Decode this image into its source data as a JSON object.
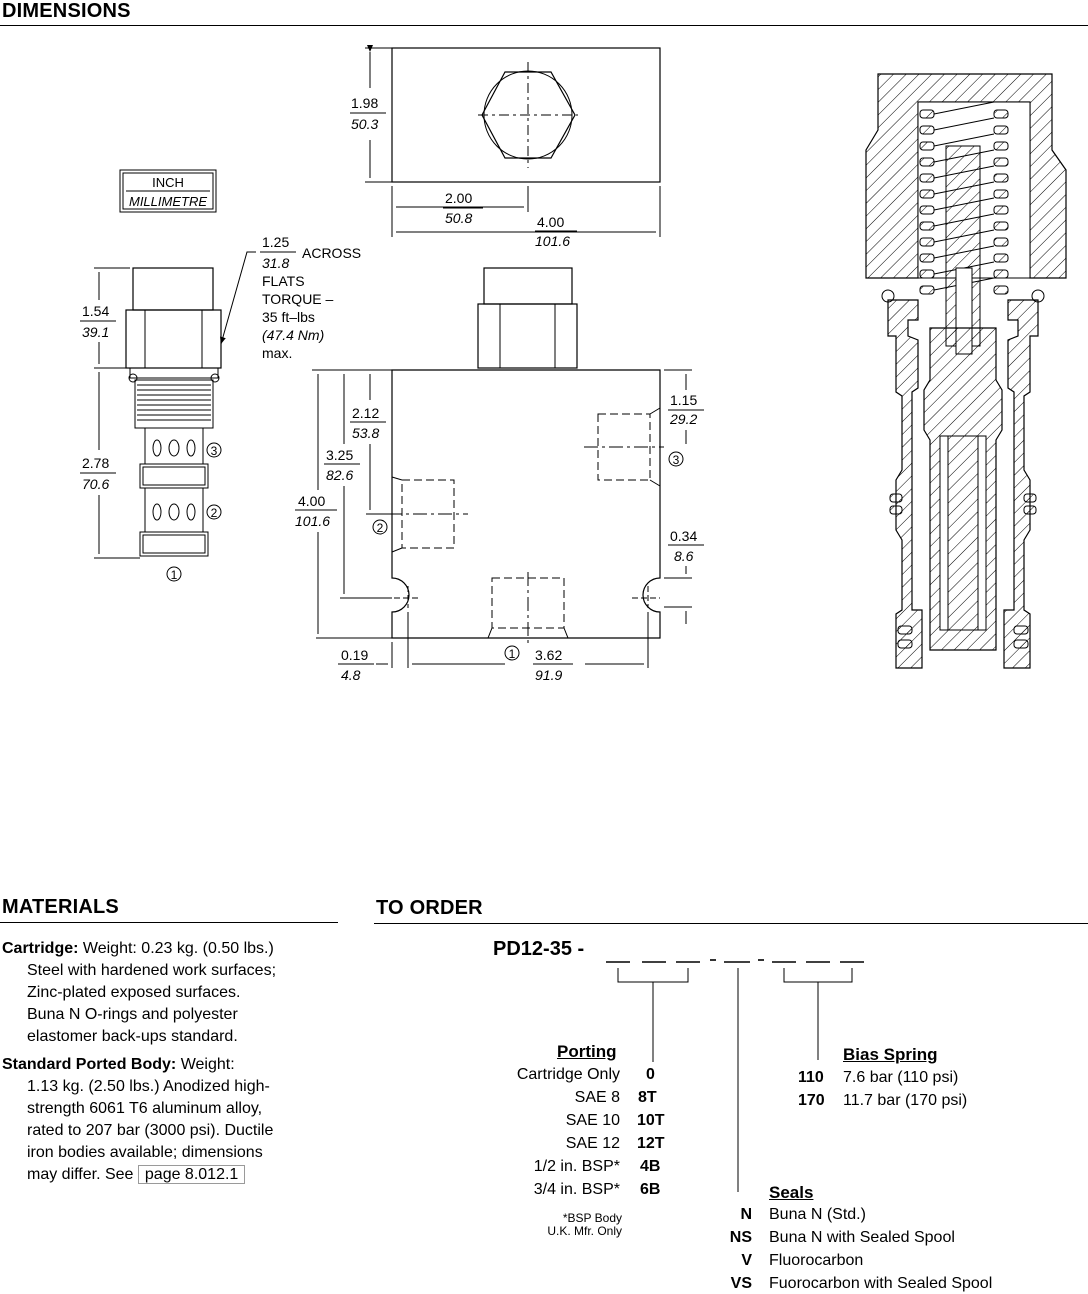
{
  "headers": {
    "dimensions": "DIMENSIONS",
    "materials": "MATERIALS",
    "to_order": "TO ORDER"
  },
  "units": {
    "inch": "INCH",
    "mm": "MILLIMETRE"
  },
  "top_view": {
    "h_in": "1.98",
    "h_mm": "50.3",
    "half_in": "2.00",
    "half_mm": "50.8",
    "w_in": "4.00",
    "w_mm": "101.6"
  },
  "cartridge": {
    "flats_in": "1.25",
    "flats_mm": "31.8",
    "across": "ACROSS",
    "flats": "FLATS",
    "torque": "TORQUE –",
    "torque_ft": "35 ft–lbs",
    "torque_nm": "(47.4 Nm)",
    "max": "max.",
    "upper_in": "1.54",
    "upper_mm": "39.1",
    "lower_in": "2.78",
    "lower_mm": "70.6",
    "port1": "1",
    "port2": "2",
    "port3": "3"
  },
  "body_view": {
    "d212_in": "2.12",
    "d212_mm": "53.8",
    "d325_in": "3.25",
    "d325_mm": "82.6",
    "d400_in": "4.00",
    "d400_mm": "101.6",
    "d115_in": "1.15",
    "d115_mm": "29.2",
    "d034_in": "0.34",
    "d034_mm": "8.6",
    "d019_in": "0.19",
    "d019_mm": "4.8",
    "d362_in": "3.62",
    "d362_mm": "91.9",
    "port1": "1",
    "port2": "2",
    "port3": "3"
  },
  "materials": {
    "cartridge_label": "Cartridge:",
    "cartridge_lines": [
      "Weight: 0.23 kg. (0.50 lbs.)",
      "Steel with hardened work surfaces;",
      "Zinc-plated exposed surfaces.",
      "Buna N O-rings and polyester",
      "elastomer back-ups standard."
    ],
    "body_label": "Standard Ported Body:",
    "body_lines": [
      "Weight:",
      "1.13 kg. (2.50 lbs.)  Anodized high-",
      "strength 6061 T6 aluminum alloy,",
      "rated to 207 bar (3000 psi). Ductile",
      "iron bodies available; dimensions",
      "may differ. See"
    ],
    "link": "page 8.012.1"
  },
  "order": {
    "model": "PD12-35 -",
    "porting_title": "Porting",
    "porting": [
      {
        "label": "Cartridge Only",
        "code": "0"
      },
      {
        "label": "SAE 8",
        "code": "8T"
      },
      {
        "label": "SAE 10",
        "code": "10T"
      },
      {
        "label": "SAE 12",
        "code": "12T"
      },
      {
        "label": "1/2 in. BSP*",
        "code": "4B"
      },
      {
        "label": "3/4 in. BSP*",
        "code": "6B"
      }
    ],
    "bsp_note_1": "*BSP Body",
    "bsp_note_2": "U.K. Mfr. Only",
    "bias_title": "Bias Spring",
    "bias": [
      {
        "code": "110",
        "label": "7.6 bar (110 psi)"
      },
      {
        "code": "170",
        "label": "11.7 bar (170 psi)"
      }
    ],
    "seals_title": "Seals",
    "seals": [
      {
        "code": "N",
        "label": "Buna N (Std.)"
      },
      {
        "code": "NS",
        "label": "Buna N with Sealed Spool"
      },
      {
        "code": "V",
        "label": "Fluorocarbon"
      },
      {
        "code": "VS",
        "label": "Fuorocarbon with Sealed Spool"
      }
    ]
  }
}
